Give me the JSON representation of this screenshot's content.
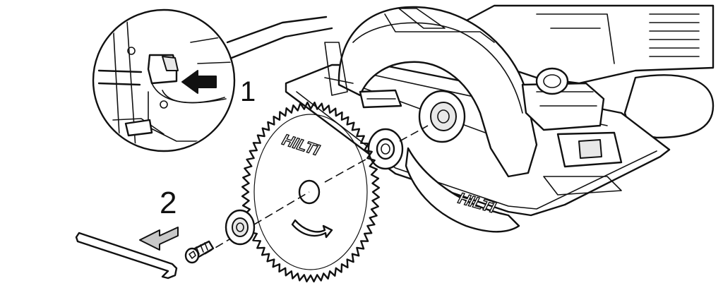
{
  "steps": {
    "step1": "1",
    "step2": "2"
  },
  "blade_brand": "HILTI",
  "guard_brand": "HILTI",
  "colors": {
    "line": "#111111",
    "background": "#ffffff",
    "arrow_fill": "#c8c8c8"
  },
  "icons": {
    "push_arrow": "push-arrow-icon",
    "remove_arrow": "remove-arrow-icon",
    "rotation_arrow": "rotation-arrow-icon"
  }
}
